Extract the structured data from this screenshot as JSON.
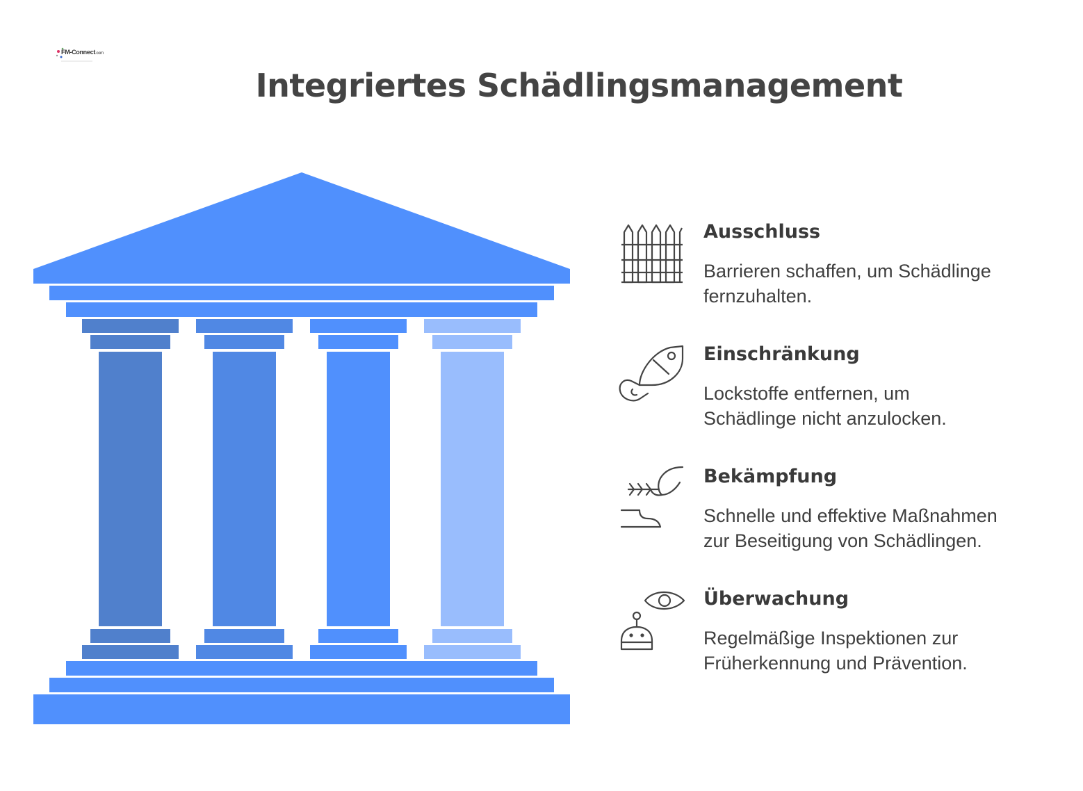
{
  "logo": {
    "text": "FM-Connect",
    "suffix": ".com"
  },
  "title": "Integriertes Schädlingsmanagement",
  "colors": {
    "roof": "#5090fd",
    "pillar_1": "#5080cc",
    "pillar_2": "#5088e4",
    "pillar_3": "#5090fd",
    "pillar_4": "#99bdfd",
    "icon_stroke": "#444444"
  },
  "pillars": [
    {
      "heading": "Ausschluss",
      "line1": "Barrieren schaffen, um Schädlinge",
      "line2": "fernzuhalten.",
      "icon": "fence-icon"
    },
    {
      "heading": "Einschränkung",
      "line1": "Lockstoffe entfernen, um",
      "line2": "Schädlinge nicht anzulocken.",
      "icon": "fish-hook-icon"
    },
    {
      "heading": "Bekämpfung",
      "line1": "Schnelle und effektive Maßnahmen",
      "line2": "zur Beseitigung von Schädlingen.",
      "icon": "spray-icon"
    },
    {
      "heading": "Überwachung",
      "line1": "Regelmäßige Inspektionen zur",
      "line2": "Früherkennung und Prävention.",
      "icon": "eye-robot-icon"
    }
  ]
}
